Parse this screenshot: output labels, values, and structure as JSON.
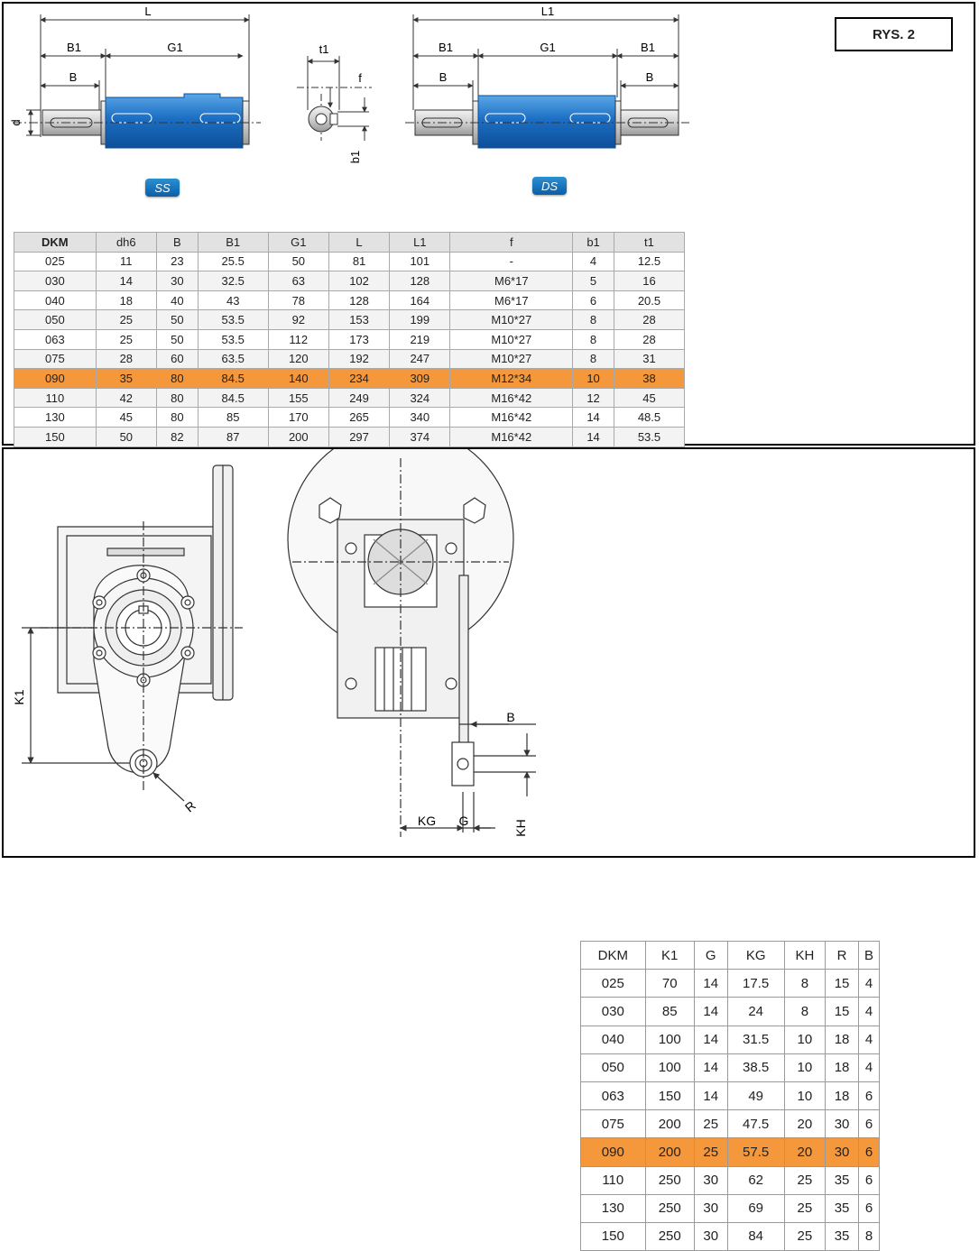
{
  "label": "RYS. 2",
  "badges": {
    "single": "SS",
    "double": "DS"
  },
  "shaft_drawing": {
    "single": {
      "overall": "L",
      "b1": "B1",
      "g1": "G1",
      "b": "B",
      "d": "d"
    },
    "end_view": {
      "t1": "t1",
      "f": "f",
      "b1": "b1"
    },
    "double": {
      "overall": "L1",
      "b1_left": "B1",
      "g1": "G1",
      "b1_right": "B1",
      "b_left": "B",
      "b_right": "B"
    }
  },
  "arm_drawing": {
    "k1": "K1",
    "r": "R",
    "b": "B",
    "kg": "KG",
    "g": "G",
    "kh": "KH"
  },
  "shaft_table": {
    "headers": [
      "DKM",
      "dh6",
      "B",
      "B1",
      "G1",
      "L",
      "L1",
      "f",
      "b1",
      "t1"
    ],
    "rows": [
      [
        "025",
        "11",
        "23",
        "25.5",
        "50",
        "81",
        "101",
        "-",
        "4",
        "12.5"
      ],
      [
        "030",
        "14",
        "30",
        "32.5",
        "63",
        "102",
        "128",
        "M6*17",
        "5",
        "16"
      ],
      [
        "040",
        "18",
        "40",
        "43",
        "78",
        "128",
        "164",
        "M6*17",
        "6",
        "20.5"
      ],
      [
        "050",
        "25",
        "50",
        "53.5",
        "92",
        "153",
        "199",
        "M10*27",
        "8",
        "28"
      ],
      [
        "063",
        "25",
        "50",
        "53.5",
        "112",
        "173",
        "219",
        "M10*27",
        "8",
        "28"
      ],
      [
        "075",
        "28",
        "60",
        "63.5",
        "120",
        "192",
        "247",
        "M10*27",
        "8",
        "31"
      ],
      [
        "090",
        "35",
        "80",
        "84.5",
        "140",
        "234",
        "309",
        "M12*34",
        "10",
        "38"
      ],
      [
        "110",
        "42",
        "80",
        "84.5",
        "155",
        "249",
        "324",
        "M16*42",
        "12",
        "45"
      ],
      [
        "130",
        "45",
        "80",
        "85",
        "170",
        "265",
        "340",
        "M16*42",
        "14",
        "48.5"
      ],
      [
        "150",
        "50",
        "82",
        "87",
        "200",
        "297",
        "374",
        "M16*42",
        "14",
        "53.5"
      ]
    ],
    "highlighted_row": 6,
    "highlight_color": "#f5983b"
  },
  "arm_table": {
    "headers": [
      "DKM",
      "K1",
      "G",
      "KG",
      "KH",
      "R",
      "B"
    ],
    "rows": [
      [
        "025",
        "70",
        "14",
        "17.5",
        "8",
        "15",
        "4"
      ],
      [
        "030",
        "85",
        "14",
        "24",
        "8",
        "15",
        "4"
      ],
      [
        "040",
        "100",
        "14",
        "31.5",
        "10",
        "18",
        "4"
      ],
      [
        "050",
        "100",
        "14",
        "38.5",
        "10",
        "18",
        "4"
      ],
      [
        "063",
        "150",
        "14",
        "49",
        "10",
        "18",
        "6"
      ],
      [
        "075",
        "200",
        "25",
        "47.5",
        "20",
        "30",
        "6"
      ],
      [
        "090",
        "200",
        "25",
        "57.5",
        "20",
        "30",
        "6"
      ],
      [
        "110",
        "250",
        "30",
        "62",
        "25",
        "35",
        "6"
      ],
      [
        "130",
        "250",
        "30",
        "69",
        "25",
        "35",
        "6"
      ],
      [
        "150",
        "250",
        "30",
        "84",
        "25",
        "35",
        "8"
      ]
    ],
    "highlighted_row": 6,
    "highlight_color": "#f5983b"
  },
  "colors": {
    "shaft_blue": "#1c6fc4",
    "metal_grey": "#d9d9d9",
    "line": "#333333"
  }
}
